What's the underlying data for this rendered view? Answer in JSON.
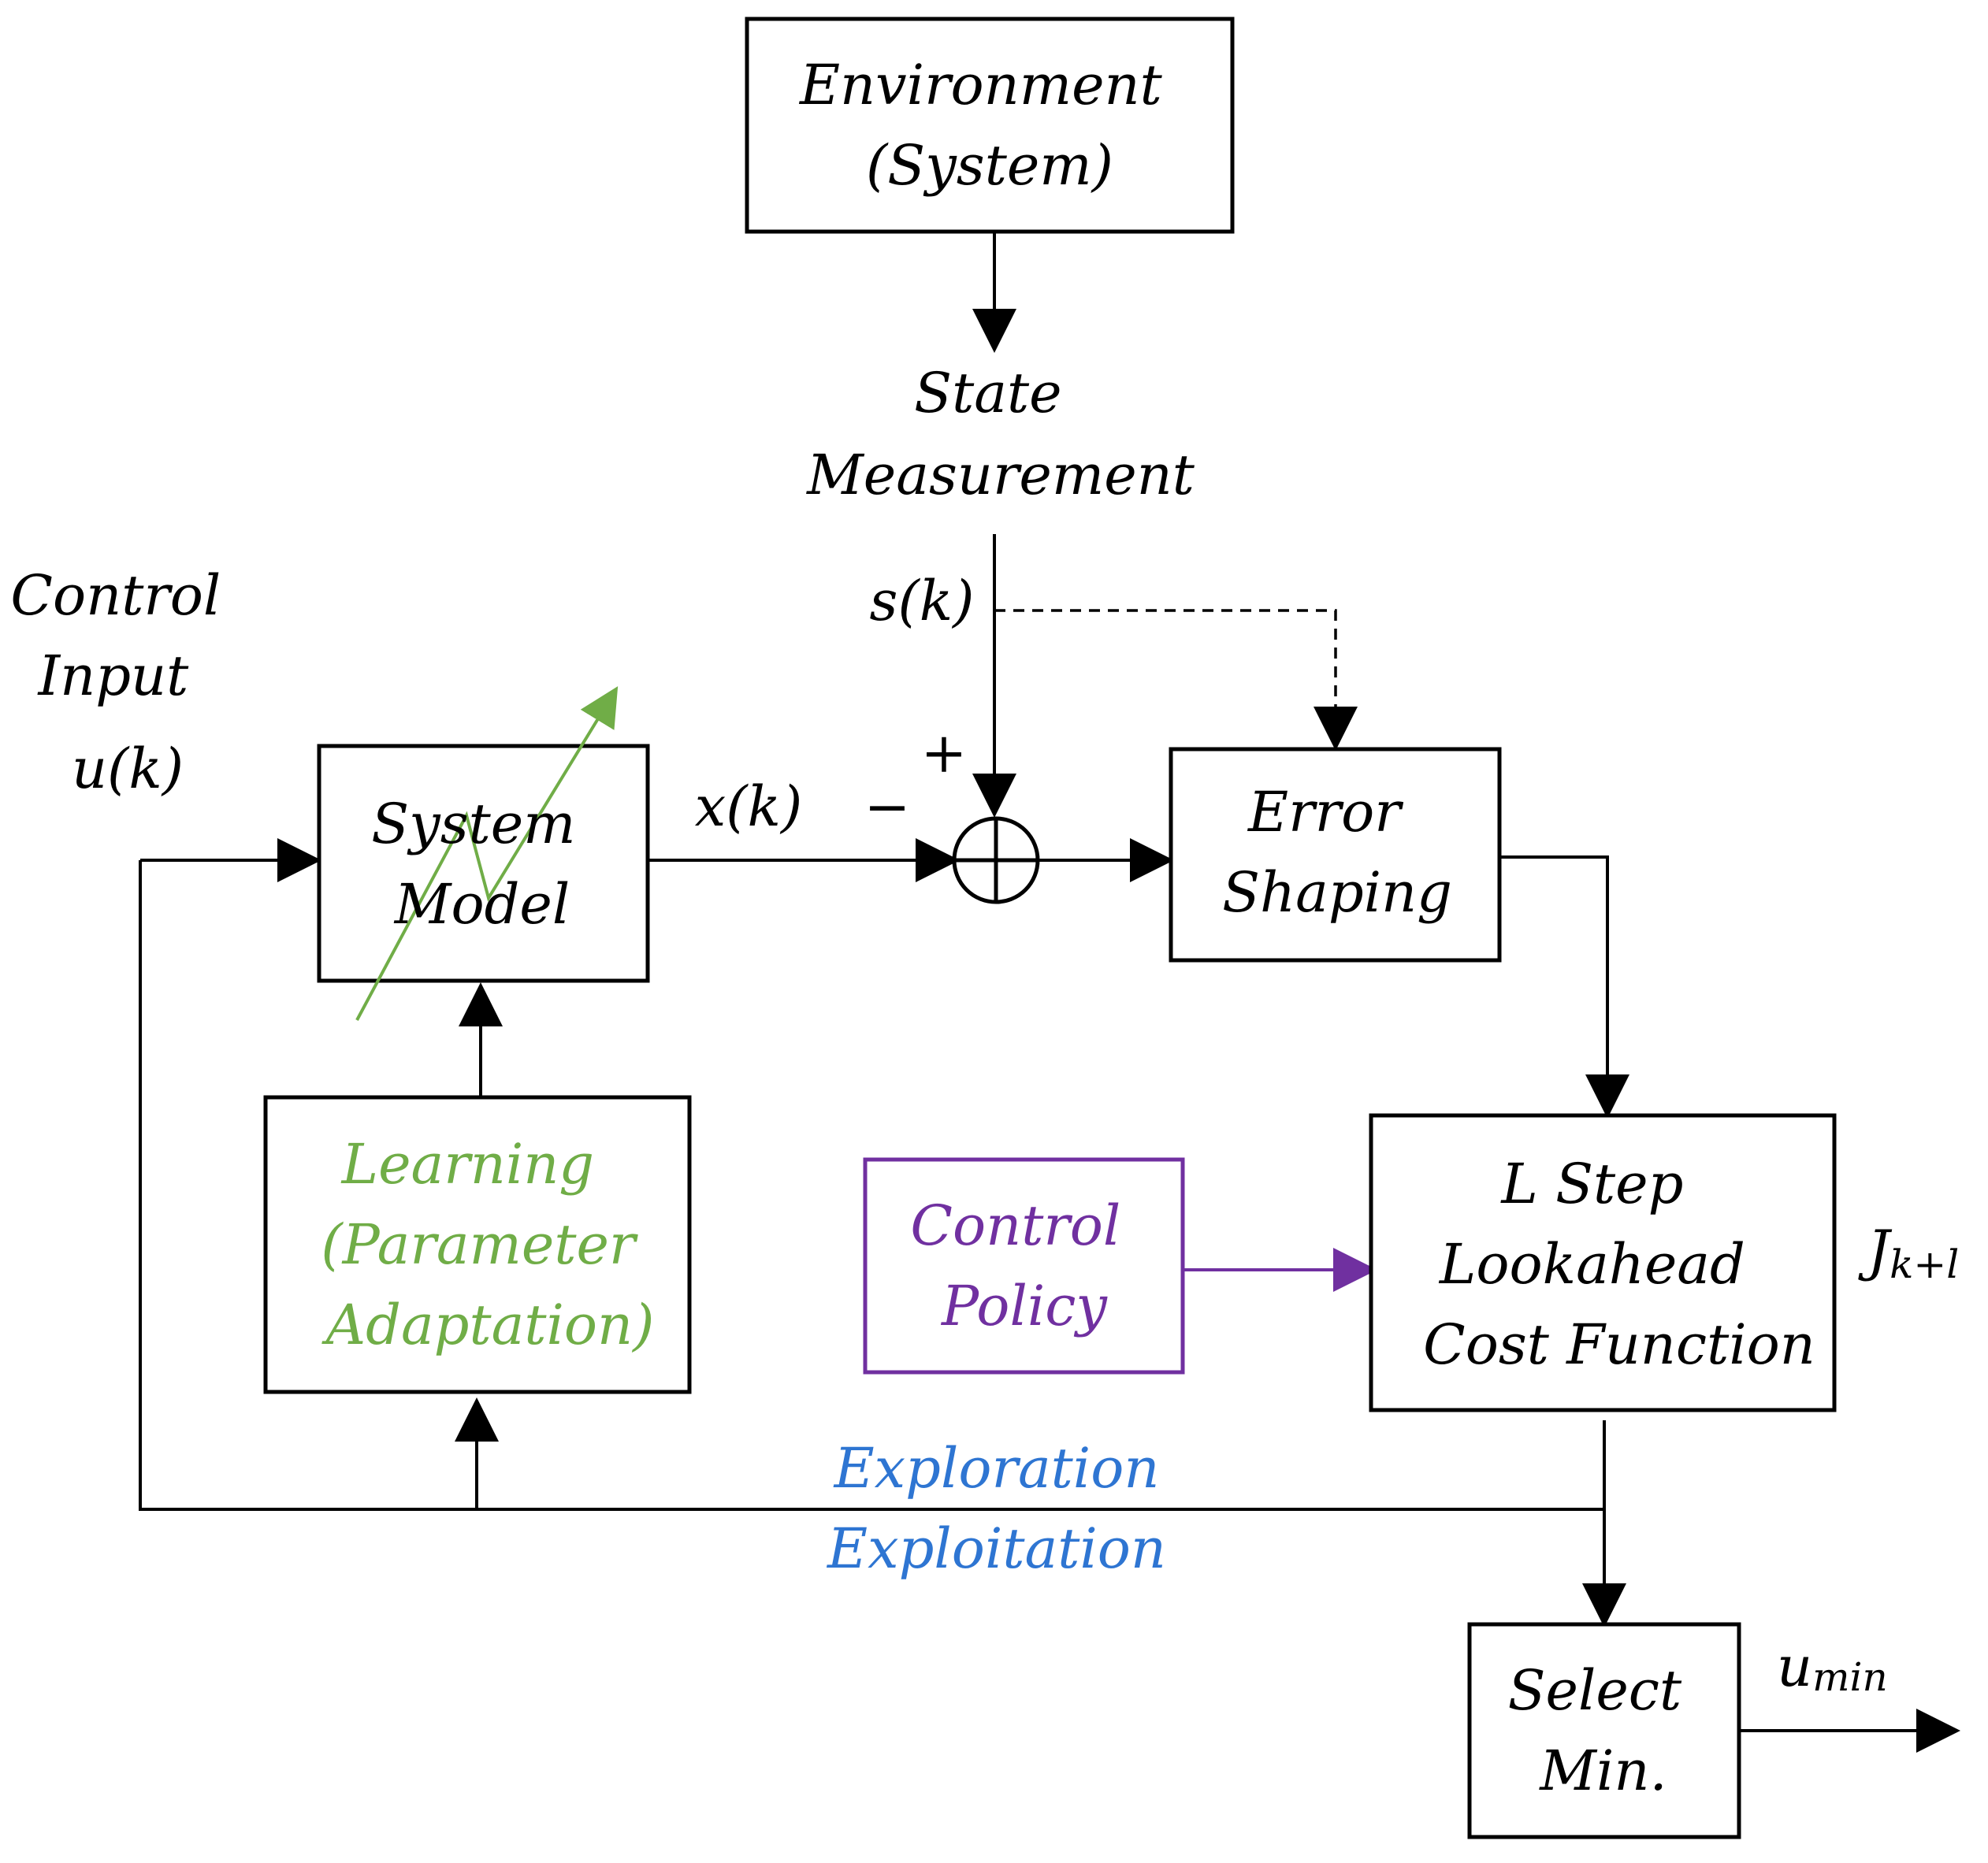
{
  "blocks": {
    "environment": [
      "Environment",
      "(System)"
    ],
    "state_measurement": [
      "State",
      "Measurement"
    ],
    "control_input": [
      "Control",
      "Input",
      "u(k)"
    ],
    "system_model": [
      "System",
      "Model"
    ],
    "error_shaping": [
      "Error",
      "Shaping"
    ],
    "learning": [
      "Learning",
      "(Parameter",
      "Adaptation)"
    ],
    "control_policy": [
      "Control",
      "Policy"
    ],
    "lookahead": [
      "L Step",
      "Lookahead",
      "Cost Function"
    ],
    "select_min": [
      "Select",
      "Min."
    ]
  },
  "signals": {
    "s_k": "s(k)",
    "x_k": "x(k)",
    "plus": "+",
    "minus": "−",
    "j_main": "J",
    "j_sub": "k+l",
    "u_main": "u",
    "u_sub": "min"
  },
  "loop_labels": [
    "Exploration",
    "Exploitation"
  ],
  "colors": {
    "learning": "#70ad47",
    "policy": "#7030a0",
    "explore": "#2e75d2"
  }
}
